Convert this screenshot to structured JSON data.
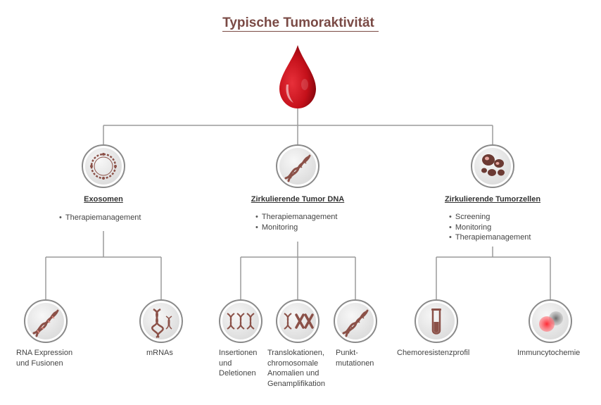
{
  "title": "Typische Tumoraktivität",
  "categories": [
    {
      "label": "Exosomen",
      "bullets": [
        "Therapiemanagement"
      ]
    },
    {
      "label": "Zirkulierende Tumor DNA",
      "bullets": [
        "Therapiemanagement",
        "Monitoring"
      ]
    },
    {
      "label": "Zirkulierende Tumorzellen",
      "bullets": [
        "Screening",
        "Monitoring",
        "Therapiemanagement"
      ]
    }
  ],
  "leaves": [
    {
      "line1": "RNA Expression",
      "line2": "und Fusionen"
    },
    {
      "line1": "mRNAs"
    },
    {
      "line1": "Insertionen",
      "line2": "und",
      "line3": "Deletionen"
    },
    {
      "line1": "Translokationen,",
      "line2": "chromosomale",
      "line3": "Anomalien und",
      "line4": "Genamplifikation"
    },
    {
      "line1": "Punkt-",
      "line2": "mutationen"
    },
    {
      "line1": "Chemoresistenzprofil"
    },
    {
      "line1": "Immuncytochemie"
    }
  ],
  "colors": {
    "line": "#9a9a9a",
    "accent": "#8b5148",
    "drop": "#c8101a",
    "title": "#7a4a45"
  },
  "icons": [
    "blood-drop-icon",
    "exosome-icon",
    "dna-helix-icon",
    "tumor-cells-icon",
    "dna-helix-icon",
    "dna-strands-icon",
    "dna-strands-icon",
    "chromosome-icon",
    "dna-helix-icon",
    "test-tube-icon",
    "stained-cells-icon"
  ]
}
